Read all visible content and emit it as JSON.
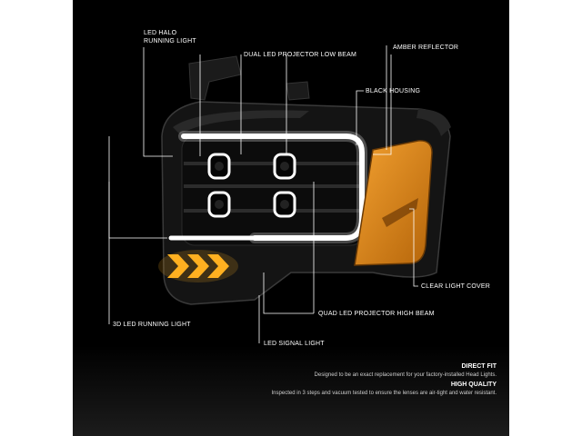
{
  "callouts": {
    "led_halo": [
      "LED HALO",
      "RUNNING LIGHT"
    ],
    "dual_led_projector": "DUAL LED PROJECTOR LOW BEAM",
    "amber_reflector": "AMBER REFLECTOR",
    "black_housing": "BLACK HOUSING",
    "clear_light_cover": "CLEAR LIGHT COVER",
    "quad_led_projector": "QUAD LED PROJECTOR HIGH BEAM",
    "led_3d_running": "3D LED RUNNING LIGHT",
    "led_signal": "LED SIGNAL LIGHT"
  },
  "features": [
    {
      "title": "DIRECT FIT",
      "desc": "Designed to be an exact replacement for your factory-installed Head Lights."
    },
    {
      "title": "HIGH QUALITY",
      "desc": "Inspected in 3 steps and vacuum tested to ensure the lenses are air-tight and water resistant."
    }
  ],
  "colors": {
    "background": "#000000",
    "amber": "#e08a12",
    "led_white": "#ffffff",
    "signal": "#ffb020",
    "callout_line": "#ffffff"
  }
}
